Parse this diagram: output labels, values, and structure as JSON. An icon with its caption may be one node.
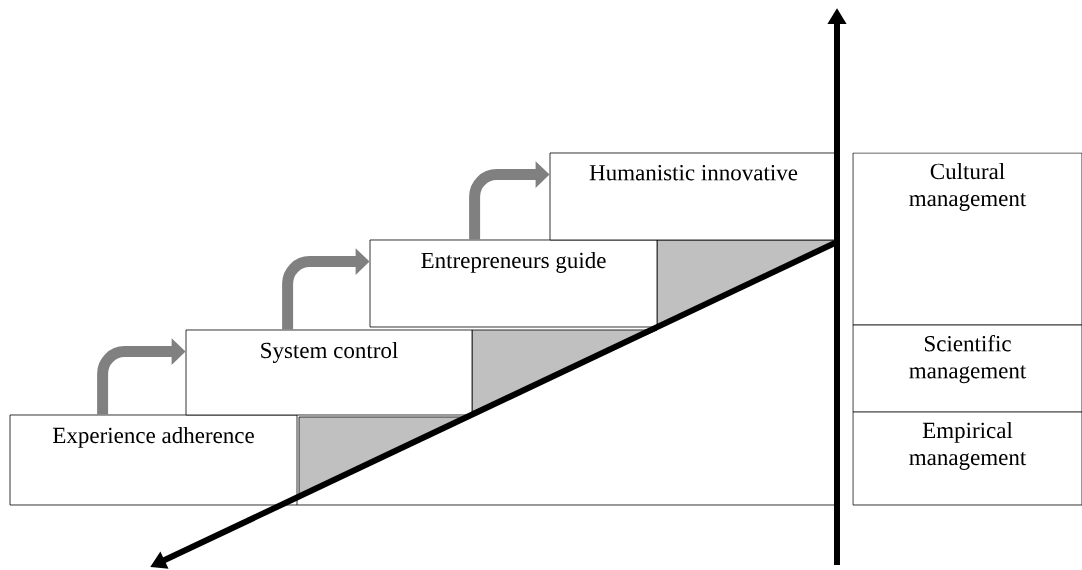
{
  "diagram": {
    "nodes": [
      {
        "text": [
          "Experience adherence"
        ]
      },
      {
        "text": [
          "System control"
        ]
      },
      {
        "text": [
          "Entrepreneurs guide"
        ]
      },
      {
        "text": [
          "Humanistic innovative"
        ]
      },
      {
        "text": [
          "Cultural management"
        ]
      },
      {
        "text": [
          "Scientific management"
        ]
      },
      {
        "text": [
          "Empirical management"
        ]
      },
      {
        "text": [],
        "shape": "triangle"
      },
      {
        "text": [],
        "shape": "triangle"
      },
      {
        "text": [],
        "shape": "triangle"
      }
    ],
    "edges": [
      {
        "from": 0,
        "to": 1,
        "arrow": "to"
      },
      {
        "from": 1,
        "to": 2,
        "arrow": "to"
      },
      {
        "from": 2,
        "to": 3,
        "arrow": "to"
      }
    ]
  }
}
